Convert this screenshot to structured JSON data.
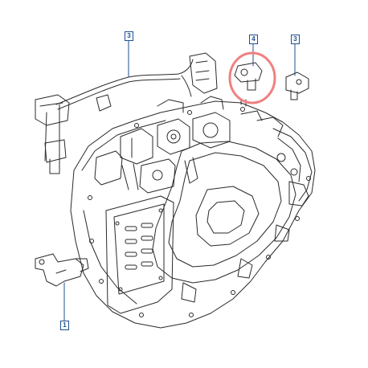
{
  "callouts": [
    {
      "id": "3-top",
      "label": "3"
    },
    {
      "id": "4",
      "label": "4"
    },
    {
      "id": "3-right",
      "label": "3"
    },
    {
      "id": "1",
      "label": "1"
    }
  ],
  "highlight": {
    "target_callout": "4",
    "color": "#f08080"
  },
  "colors": {
    "line": "#2a2a2a",
    "callout": "#1f4f8f",
    "background": "#ffffff"
  }
}
